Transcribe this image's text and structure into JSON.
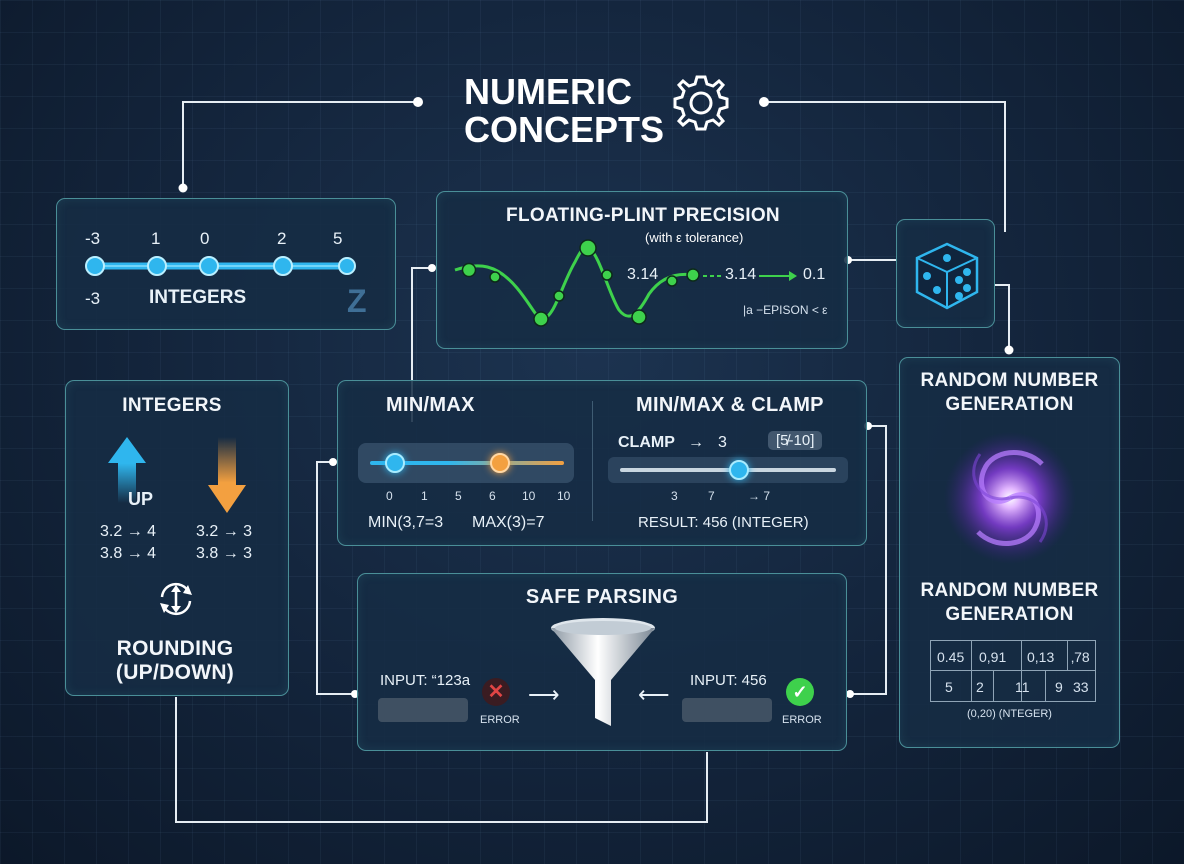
{
  "title": {
    "line1": "NUMERIC",
    "line2": "CONCEPTS"
  },
  "integers_line": {
    "top_ticks": [
      "-3",
      "1",
      "0",
      "2",
      "5"
    ],
    "left_label": "-3",
    "label": "INTEGERS",
    "set_symbol": "Z"
  },
  "float_precision": {
    "title": "FLOATING-PLINT PRECISION",
    "subtitle": "(with ε tolerance)",
    "value_a": "3.14",
    "value_b": "3.14",
    "value_c": "0.1",
    "formula": "|a −EPISON < ε"
  },
  "rounding": {
    "title": "INTEGERS",
    "up_label": "UP",
    "up_rows": [
      "3.2 → 4",
      "3.8 → 4"
    ],
    "down_rows": [
      "3.2 → 3",
      "3.8 → 3"
    ],
    "footer_line1": "ROUNDING",
    "footer_line2": "(UP/DOWN)"
  },
  "minmax": {
    "title": "MIN/MAX",
    "ticks": [
      "0",
      "1",
      "5",
      "6",
      "10",
      "10"
    ],
    "min_expr": "MIN(3,7=3",
    "max_expr": "MAX(3)=7",
    "min_value": 0.13,
    "max_value": 0.67
  },
  "clamp": {
    "title": "MIN/MAX & CLAMP",
    "clamp_label": "CLAMP",
    "clamp_arrow": "→",
    "clamp_value": "3",
    "range": "[5̸-10]",
    "ticks": [
      "3",
      "7",
      "→ 7"
    ],
    "slider_value": 0.55,
    "result": "RESULT: 456 (INTEGER)"
  },
  "safe_parsing": {
    "title": "SAFE PARSING",
    "input_bad": "INPUT: “123a",
    "input_good": "INPUT: 456",
    "error_bad": "ERROR",
    "error_good": "ERROR"
  },
  "random": {
    "title_line1": "RANDOM NUMBER",
    "title_line2": "GENERATION",
    "title2_line1": "RANDOM NUMBER",
    "title2_line2": "GENERATION",
    "floats": [
      "0.45",
      "0,91",
      "0,13",
      "‚78"
    ],
    "ints": [
      "5",
      "2",
      "11",
      "9",
      "33"
    ],
    "range": "(0,20) (NTEGER)"
  },
  "colors": {
    "accent_blue": "#2fb6ee",
    "accent_orange": "#f3a040",
    "accent_green": "#3ed14c",
    "error_red": "#e04545",
    "panel_border": "#4a8f98"
  }
}
